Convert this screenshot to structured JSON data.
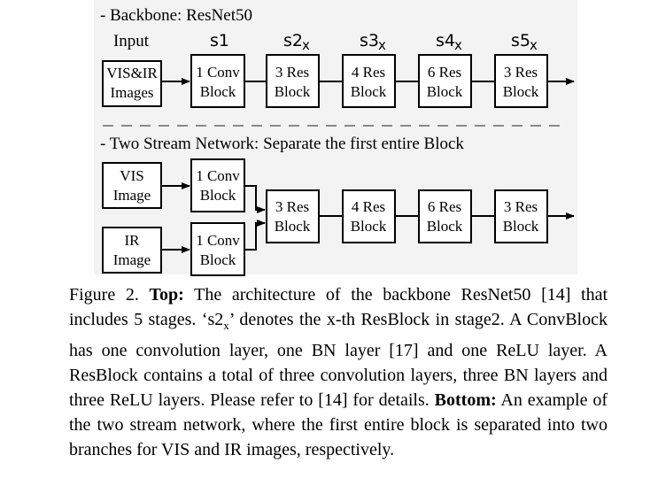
{
  "diagram": {
    "top_section_title": "- Backbone: ResNet50",
    "bottom_section_title": "- Two Stream Network: Separate the first entire Block",
    "stage_headers": {
      "input": "Input",
      "s1": "s1",
      "s2": "s2",
      "s3": "s3",
      "s4": "s4",
      "s5": "s5",
      "subscript": "x"
    },
    "top_blocks": [
      {
        "line1": "VIS&IR",
        "line2": "Images"
      },
      {
        "line1": "1 Conv",
        "line2": "Block"
      },
      {
        "line1": "3 Res",
        "line2": "Block"
      },
      {
        "line1": "4 Res",
        "line2": "Block"
      },
      {
        "line1": "6 Res",
        "line2": "Block"
      },
      {
        "line1": "3 Res",
        "line2": "Block"
      }
    ],
    "bottom_inputs": [
      {
        "line1": "VIS",
        "line2": "Image"
      },
      {
        "line1": "IR",
        "line2": "Image"
      }
    ],
    "bottom_conv_blocks": [
      {
        "line1": "1 Conv",
        "line2": "Block"
      },
      {
        "line1": "1 Conv",
        "line2": "Block"
      }
    ],
    "bottom_blocks": [
      {
        "line1": "3 Res",
        "line2": "Block"
      },
      {
        "line1": "4 Res",
        "line2": "Block"
      },
      {
        "line1": "6 Res",
        "line2": "Block"
      },
      {
        "line1": "3 Res",
        "line2": "Block"
      }
    ]
  },
  "caption": {
    "figure_label": "Figure 2.",
    "top_label": "Top:",
    "part1": "The architecture of the backbone ResNet50 [14] that includes 5 stages. ‘s2",
    "sub": "x",
    "part2": "’ denotes the x-th ResBlock in stage2. A ConvBlock has one convolution layer, one BN layer [17] and one ReLU layer. A ResBlock contains a total of three convolution layers, three BN layers and three ReLU layers.  Please refer to [14] for details.",
    "bottom_label": "Bottom:",
    "part3": "An example of the two stream network, where the first entire block is separated into two branches for VIS and IR images, respectively."
  }
}
